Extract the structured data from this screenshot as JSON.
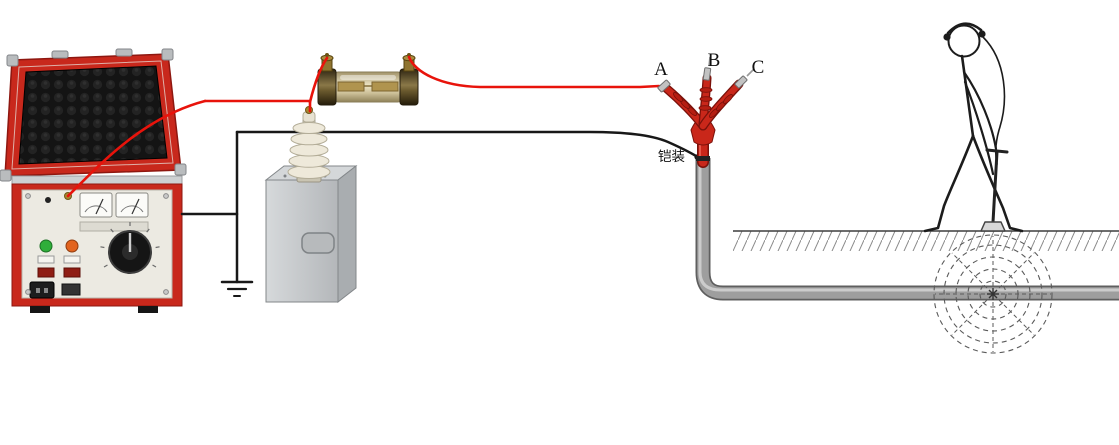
{
  "diagram": {
    "labels": {
      "phase_a": "A",
      "phase_b": "B",
      "phase_c": "C",
      "cable_armor": "铠装"
    },
    "colors": {
      "hv_wire_red": "#e8130b",
      "ground_wire_black": "#181818",
      "case_red": "#c8281c",
      "foam_black": "#141414",
      "panel_beige": "#eceae2",
      "transformer_gray": "#c6c9cb",
      "bushing_cream": "#eee9da",
      "glass_tan": "#e3dab8",
      "brass": "#a8862f",
      "cable_gray": "#9e9e9e",
      "termination_red": "#c9271a",
      "background": "#ffffff"
    }
  }
}
